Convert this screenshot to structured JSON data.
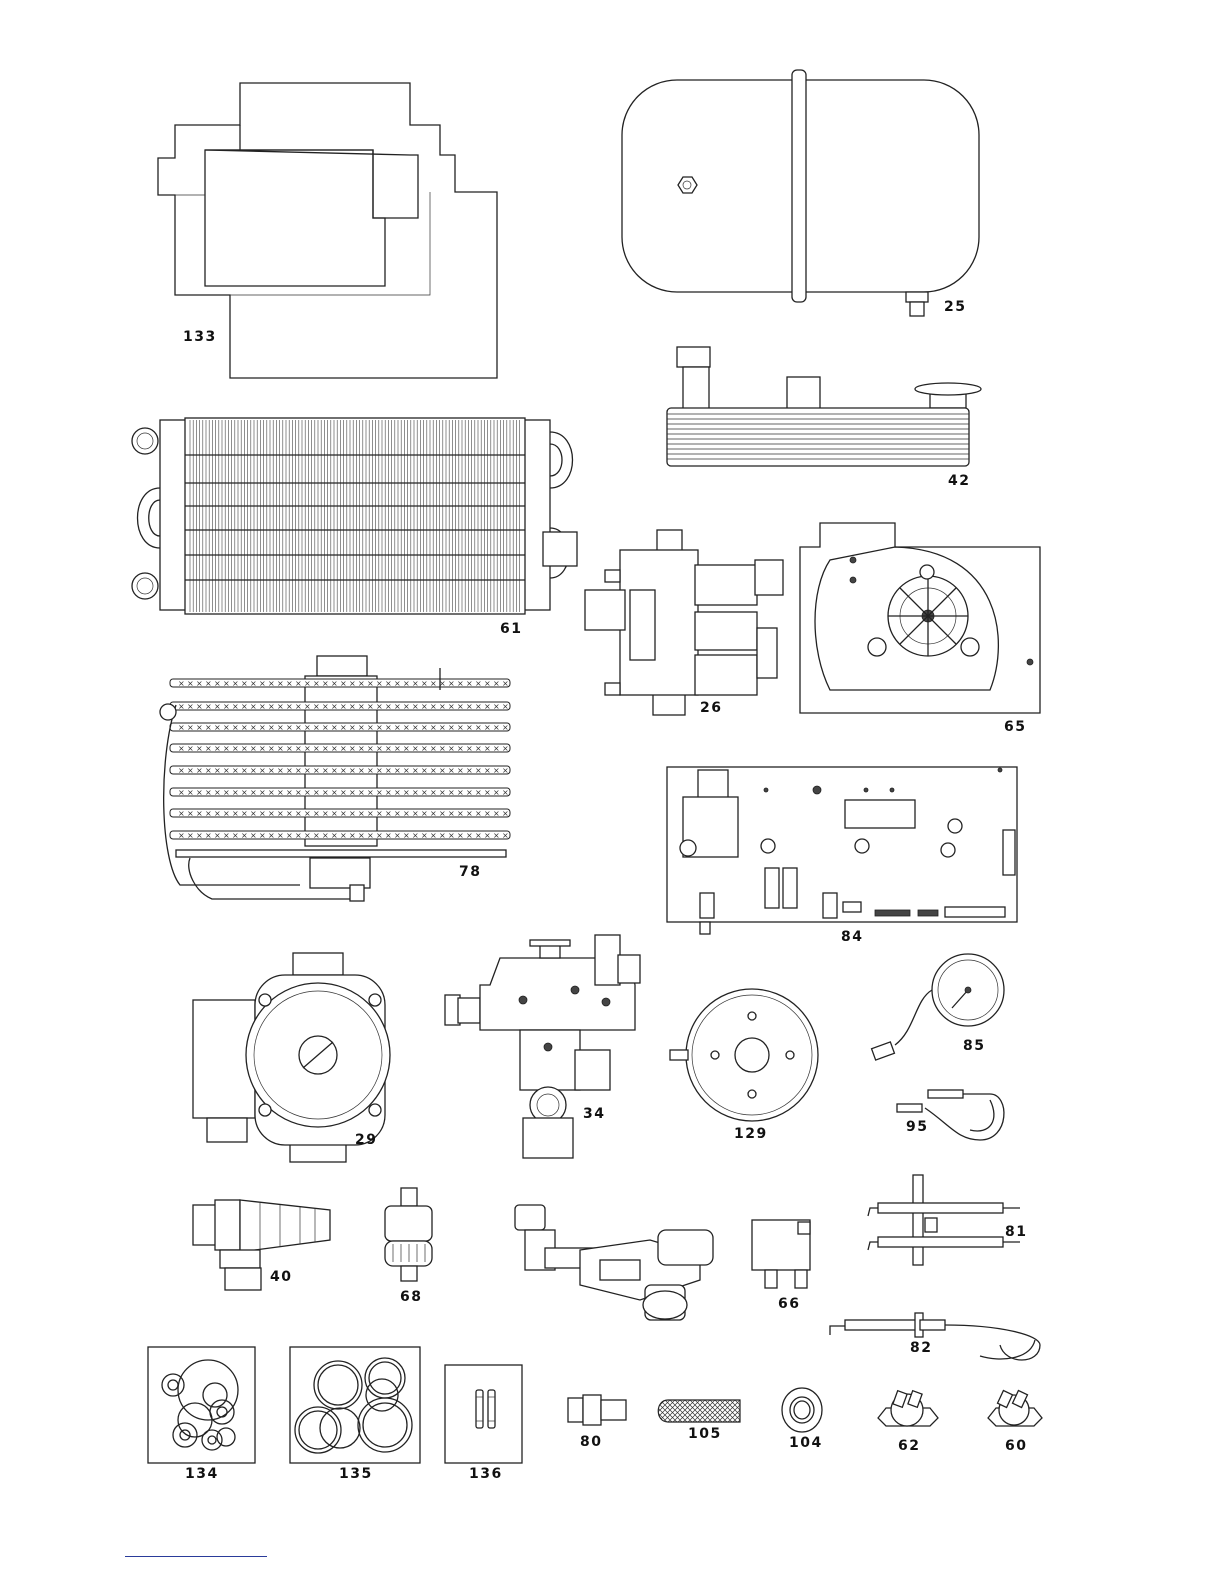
{
  "parts": [
    {
      "id": "p133",
      "label": "133"
    },
    {
      "id": "p25",
      "label": "25"
    },
    {
      "id": "p42",
      "label": "42"
    },
    {
      "id": "p61",
      "label": "61"
    },
    {
      "id": "p26",
      "label": "26"
    },
    {
      "id": "p65",
      "label": "65"
    },
    {
      "id": "p78",
      "label": "78"
    },
    {
      "id": "p84",
      "label": "84"
    },
    {
      "id": "p29",
      "label": "29"
    },
    {
      "id": "p34",
      "label": "34"
    },
    {
      "id": "p129",
      "label": "129"
    },
    {
      "id": "p85",
      "label": "85"
    },
    {
      "id": "p95",
      "label": "95"
    },
    {
      "id": "p40",
      "label": "40"
    },
    {
      "id": "p68",
      "label": "68"
    },
    {
      "id": "p66",
      "label": "66"
    },
    {
      "id": "p81",
      "label": "81"
    },
    {
      "id": "p82",
      "label": "82"
    },
    {
      "id": "p134",
      "label": "134"
    },
    {
      "id": "p135",
      "label": "135"
    },
    {
      "id": "p136",
      "label": "136"
    },
    {
      "id": "p80",
      "label": "80"
    },
    {
      "id": "p105",
      "label": "105"
    },
    {
      "id": "p104",
      "label": "104"
    },
    {
      "id": "p62",
      "label": "62"
    },
    {
      "id": "p60",
      "label": "60"
    }
  ],
  "style": {
    "line_color": "#222222",
    "accent_rule": "#2a3b9a"
  }
}
